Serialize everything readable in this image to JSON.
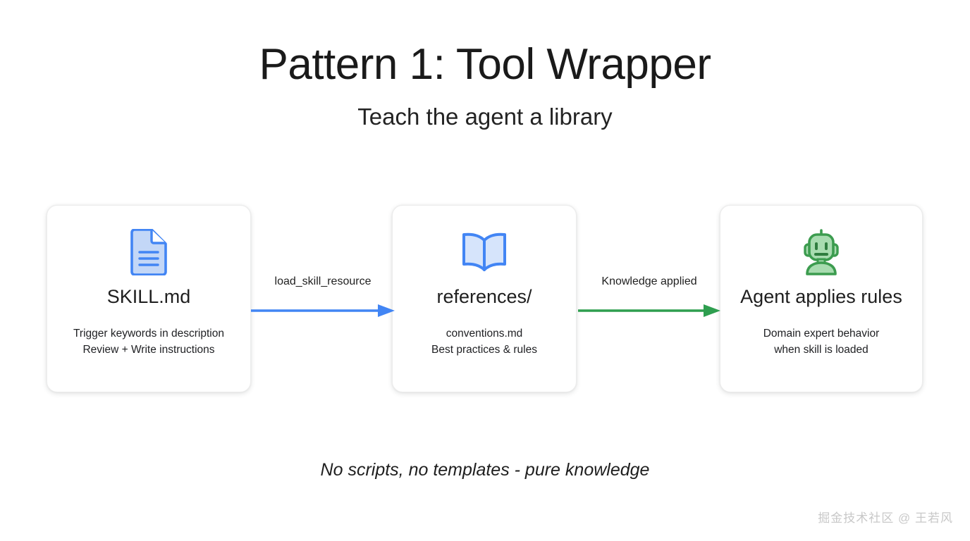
{
  "header": {
    "title": "Pattern 1: Tool Wrapper",
    "subtitle": "Teach the agent a library"
  },
  "diagram": {
    "type": "flow",
    "nodes": [
      {
        "id": "skill-md",
        "icon": "document-icon",
        "title": "SKILL.md",
        "description": "Trigger keywords in description\nReview + Write instructions",
        "icon_color": "#4285f4",
        "icon_fill": "#c3d7f7"
      },
      {
        "id": "references",
        "icon": "open-book-icon",
        "title": "references/",
        "description": "conventions.md\nBest practices & rules",
        "icon_color": "#4285f4",
        "icon_fill": "#d6e4fb"
      },
      {
        "id": "agent",
        "icon": "robot-icon",
        "title": "Agent applies rules",
        "description": "Domain expert behavior\nwhen skill is loaded",
        "icon_color": "#34a853",
        "icon_fill": "#a8dcb0"
      }
    ],
    "edges": [
      {
        "id": "edge-load-skill-resource",
        "label": "load_skill_resource",
        "from": "skill-md",
        "to": "references",
        "color": "#4285f4"
      },
      {
        "id": "edge-knowledge-applied",
        "label": "Knowledge applied",
        "from": "references",
        "to": "agent",
        "color": "#2e9e4f"
      }
    ]
  },
  "footnote": "No scripts, no templates - pure knowledge",
  "watermark": "掘金技术社区 @ 王若风"
}
